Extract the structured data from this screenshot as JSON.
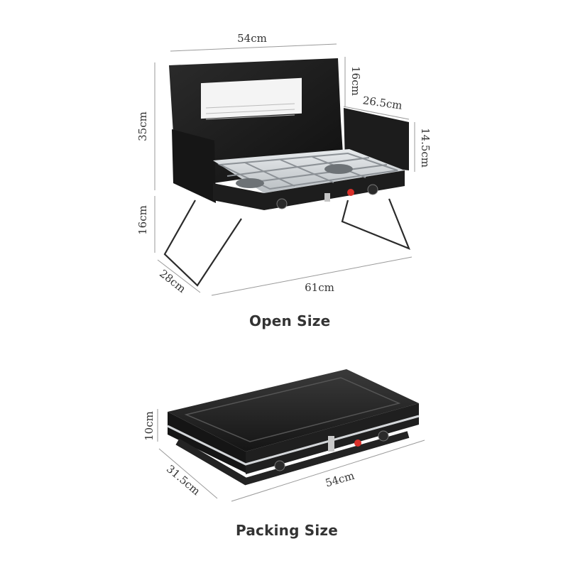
{
  "open": {
    "caption": "Open Size",
    "dims": {
      "top_width": "54cm",
      "lid_height": "16cm",
      "wing_width": "26.5cm",
      "wing_height": "14.5cm",
      "total_height": "35cm",
      "leg_height": "16cm",
      "depth": "28cm",
      "bottom_width": "61cm"
    }
  },
  "packed": {
    "caption": "Packing Size",
    "dims": {
      "height": "10cm",
      "depth": "31.5cm",
      "width": "54cm"
    }
  },
  "colors": {
    "body": "#1a1a1a",
    "steel": "#cfd3d6",
    "knob_accent": "#d9302a"
  }
}
